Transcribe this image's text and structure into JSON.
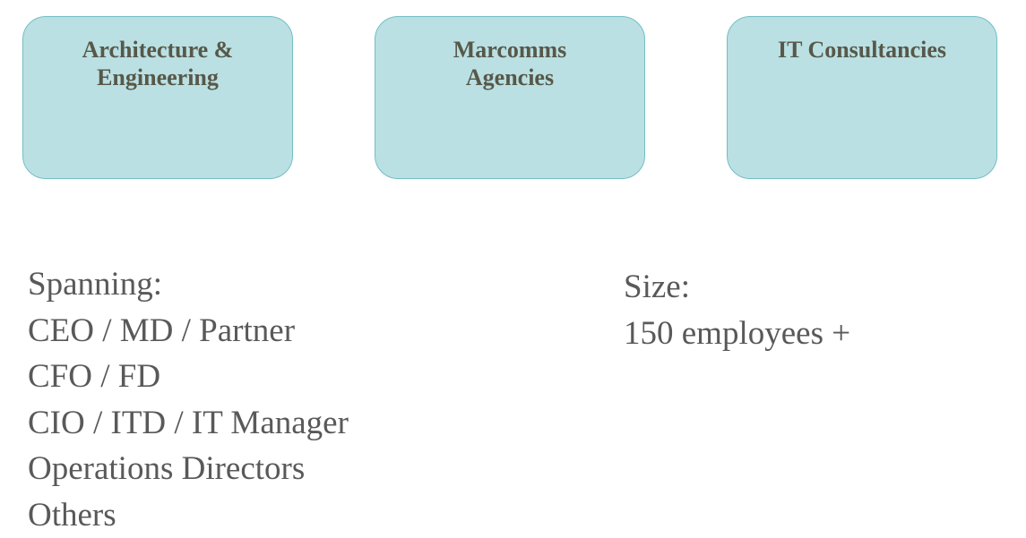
{
  "cards": [
    {
      "title": "Architecture &\nEngineering"
    },
    {
      "title": "Marcomms\nAgencies"
    },
    {
      "title": "IT Consultancies"
    }
  ],
  "spanning": {
    "heading": "Spanning:",
    "items": [
      "CEO / MD / Partner",
      "CFO / FD",
      "CIO / ITD / IT Manager",
      "Operations Directors",
      "Others"
    ]
  },
  "size": {
    "heading": "Size:",
    "value": "150 employees +"
  },
  "colors": {
    "card_fill": "#bae0e3",
    "card_border": "#72bfc3",
    "card_text": "#575849",
    "body_text": "#595959"
  }
}
